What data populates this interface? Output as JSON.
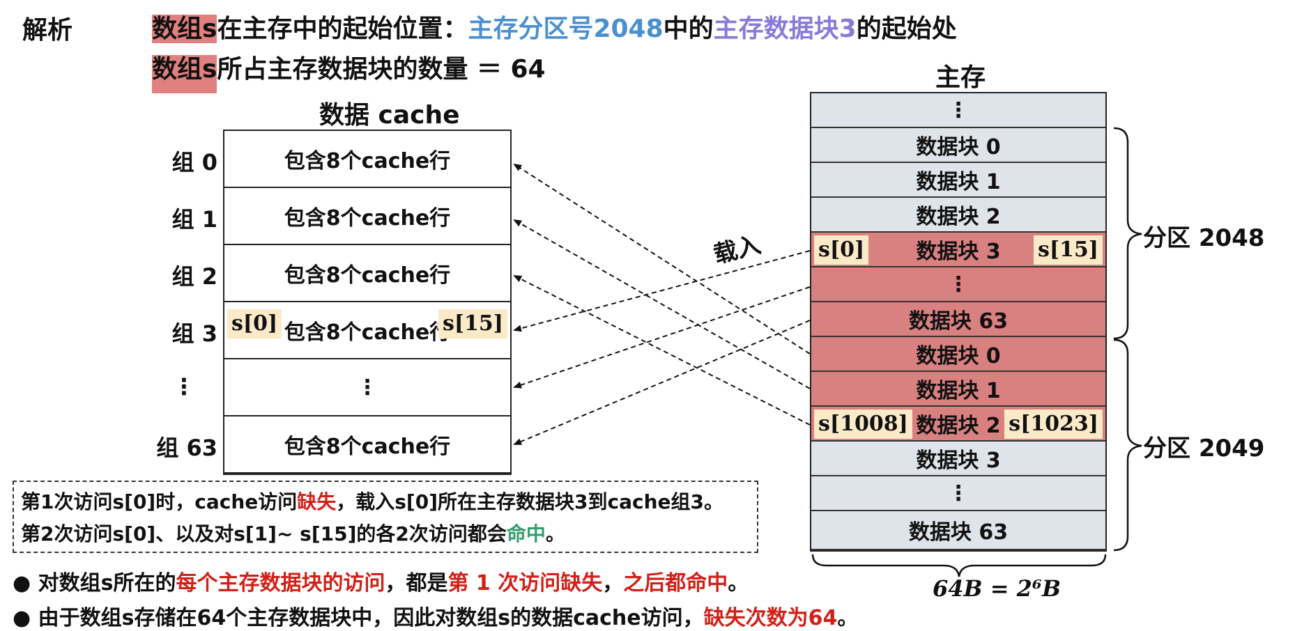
{
  "heading": {
    "label": "解析"
  },
  "line1": {
    "array": "数组s",
    "text_a": "在主存中的起始位置：",
    "partition": "主存分区号2048",
    "text_b": "中的",
    "block": "主存数据块3",
    "text_c": "的起始处"
  },
  "line2": {
    "array": "数组s",
    "text_a": "所占主存数据块的数量 ＝ 64"
  },
  "cache": {
    "title": "数据 cache",
    "rows": [
      {
        "group": "组 0",
        "content": "包含8个cache行"
      },
      {
        "group": "组 1",
        "content": "包含8个cache行"
      },
      {
        "group": "组 2",
        "content": "包含8个cache行"
      },
      {
        "group": "组 3",
        "content": "包含8个cache行"
      },
      {
        "group": "⋮",
        "content": "⋮"
      },
      {
        "group": "组 63",
        "content": "包含8个cache行"
      }
    ],
    "tag_left": "s[0]",
    "tag_right": "s[15]"
  },
  "load_label": "载入",
  "memory": {
    "title": "主存",
    "rows": [
      {
        "label": "⋮",
        "highlight": false
      },
      {
        "label": "数据块 0",
        "highlight": false
      },
      {
        "label": "数据块 1",
        "highlight": false
      },
      {
        "label": "数据块 2",
        "highlight": false
      },
      {
        "label": "数据块 3",
        "highlight": true
      },
      {
        "label": "⋮",
        "highlight": true
      },
      {
        "label": "数据块 63",
        "highlight": true
      },
      {
        "label": "数据块 0",
        "highlight": true
      },
      {
        "label": "数据块 1",
        "highlight": true
      },
      {
        "label": "数据块 2",
        "highlight": true
      },
      {
        "label": "数据块 3",
        "highlight": false
      },
      {
        "label": "⋮",
        "highlight": false
      },
      {
        "label": "数据块 63",
        "highlight": false
      }
    ],
    "tag_s0": "s[0]",
    "tag_s15": "s[15]",
    "tag_s1008": "s[1008]",
    "tag_s1023": "s[1023]",
    "partition_a": "分区 2048",
    "partition_b": "分区 2049",
    "block_size": "64B = 2⁶B"
  },
  "note": {
    "l1_a": "第1次访问s[0]时，cache访问",
    "l1_miss": "缺失",
    "l1_b": "，载入s[0]所在主存数据块3到cache组3。",
    "l2_a": "第2次访问s[0]、以及对s[1]~ s[15]的各2次访问都会",
    "l2_hit": "命中",
    "l2_b": "。"
  },
  "bullets": {
    "b1_a": "对数组s所在的",
    "b1_red1": "每个主存数据块的访问",
    "b1_b": "，都是",
    "b1_red2": "第 1 次访问缺失",
    "b1_c": "，",
    "b1_red3": "之后都命中",
    "b1_d": "。",
    "b2_a": "由于数组s存储在64个主存数据块中，因此对数组s的数据cache访问，",
    "b2_red": "缺失次数为64",
    "b2_b": "。"
  },
  "colors": {
    "highlight": "#d98080",
    "tag_bg": "#faeac8",
    "memory_bg": "#dfe3ea",
    "blue": "#4a8fd0",
    "purple": "#8a7ad8",
    "red": "#d02018",
    "green": "#2f9e6e"
  }
}
